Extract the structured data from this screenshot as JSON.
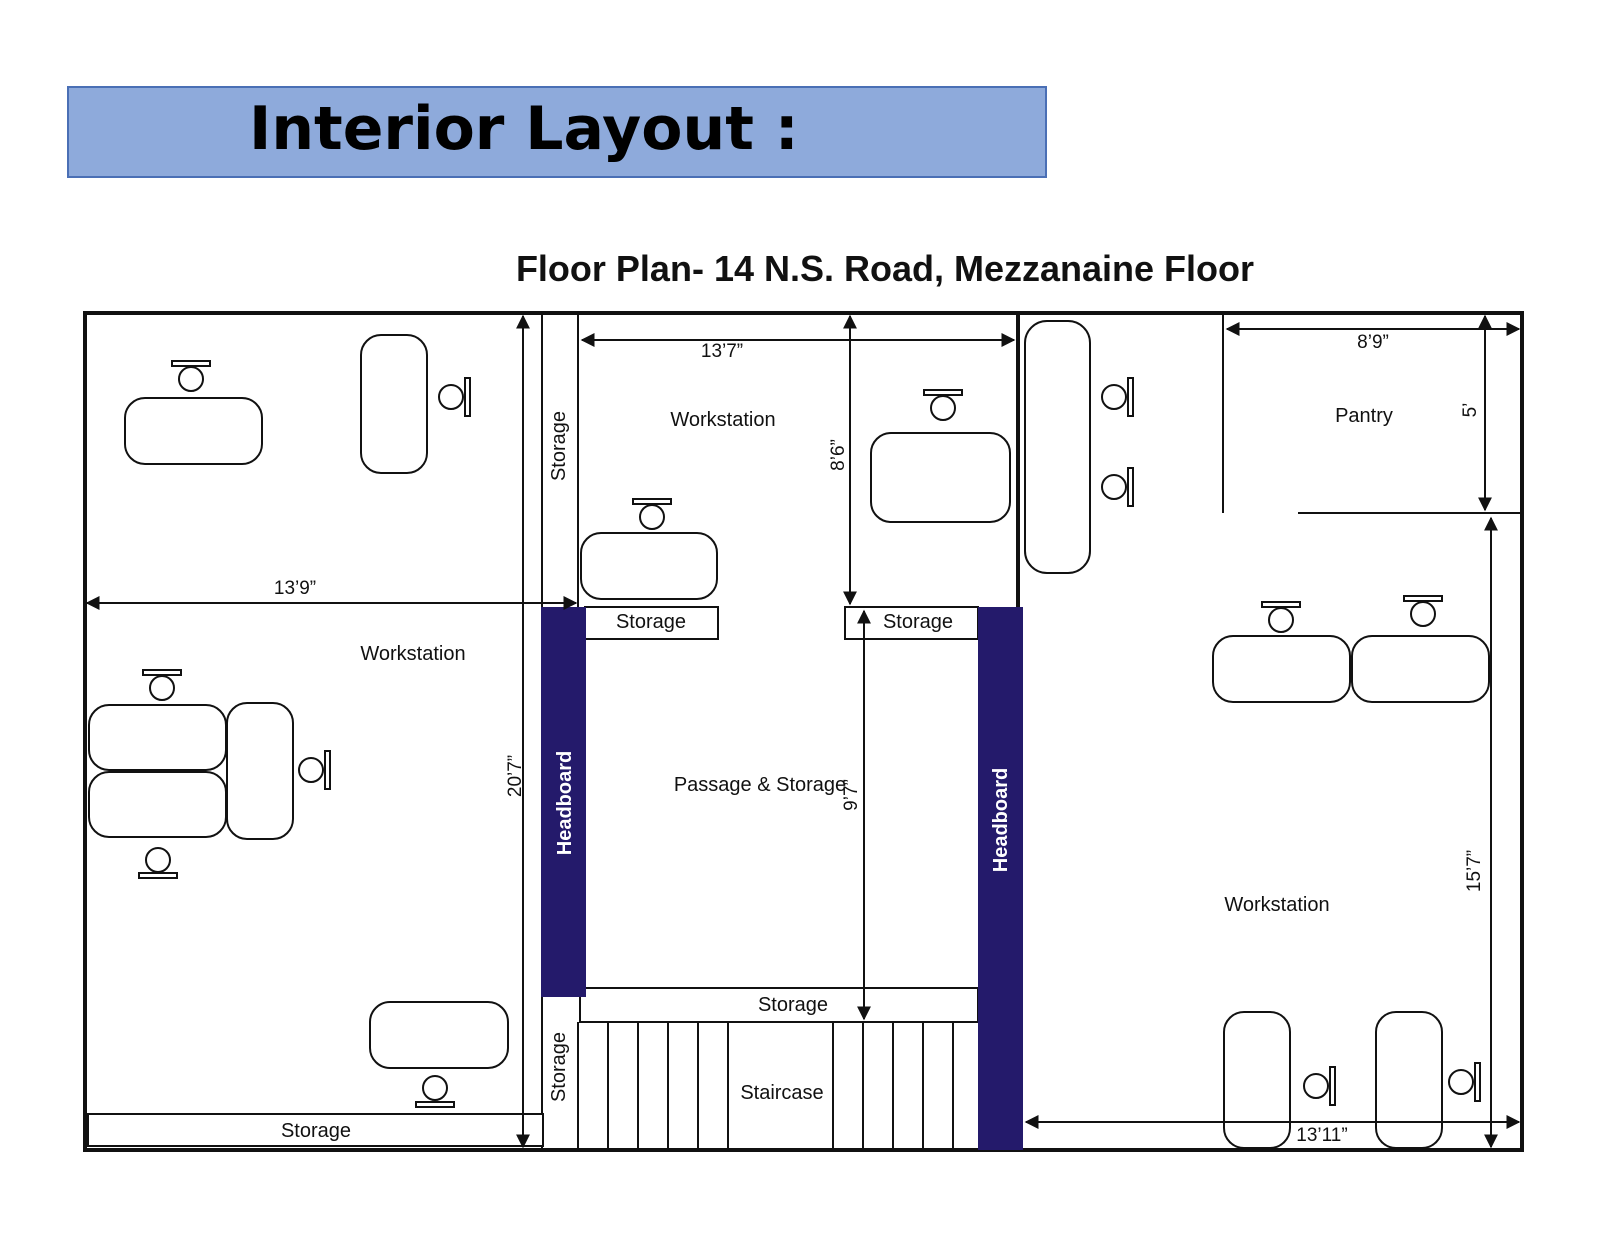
{
  "title": "Interior Layout :",
  "plan_title": "Floor Plan- 14 N.S. Road, Mezzanaine Floor",
  "colors": {
    "banner": "#8eaadb",
    "headboard": "#241a6b",
    "line": "#111111"
  },
  "labels": {
    "workstation_left": "Workstation",
    "workstation_center": "Workstation",
    "workstation_right": "Workstation",
    "pantry": "Pantry",
    "passage": "Passage & Storage",
    "staircase": "Staircase",
    "storage_left_vertical_top": "Storage",
    "storage_left_vertical_bottom": "Storage",
    "storage_center_left": "Storage",
    "storage_center_right": "Storage",
    "storage_center_bottom": "Storage",
    "storage_bottom_left": "Storage",
    "headboard_left": "Headboard",
    "headboard_right": "Headboard"
  },
  "dimensions": {
    "d_13_9": "13’9”",
    "d_13_7": "13’7”",
    "d_8_9": "8’9”",
    "d_5": "5’",
    "d_8_6": "8’6”",
    "d_20_7": "20’7”",
    "d_9_7": "9’7”",
    "d_15_7": "15’7”",
    "d_13_11": "13’11”"
  }
}
